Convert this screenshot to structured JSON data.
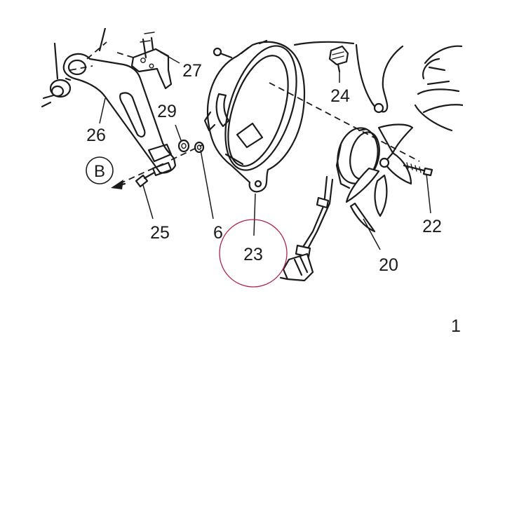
{
  "diagram": {
    "callouts": {
      "c27": "27",
      "c24": "24",
      "c29": "29",
      "c26": "26",
      "c25": "25",
      "c6": "6",
      "c23": "23",
      "c20": "20",
      "c22": "22",
      "c_edge": "1"
    },
    "view_marker": "B",
    "highlight_color": "#b0264a"
  }
}
